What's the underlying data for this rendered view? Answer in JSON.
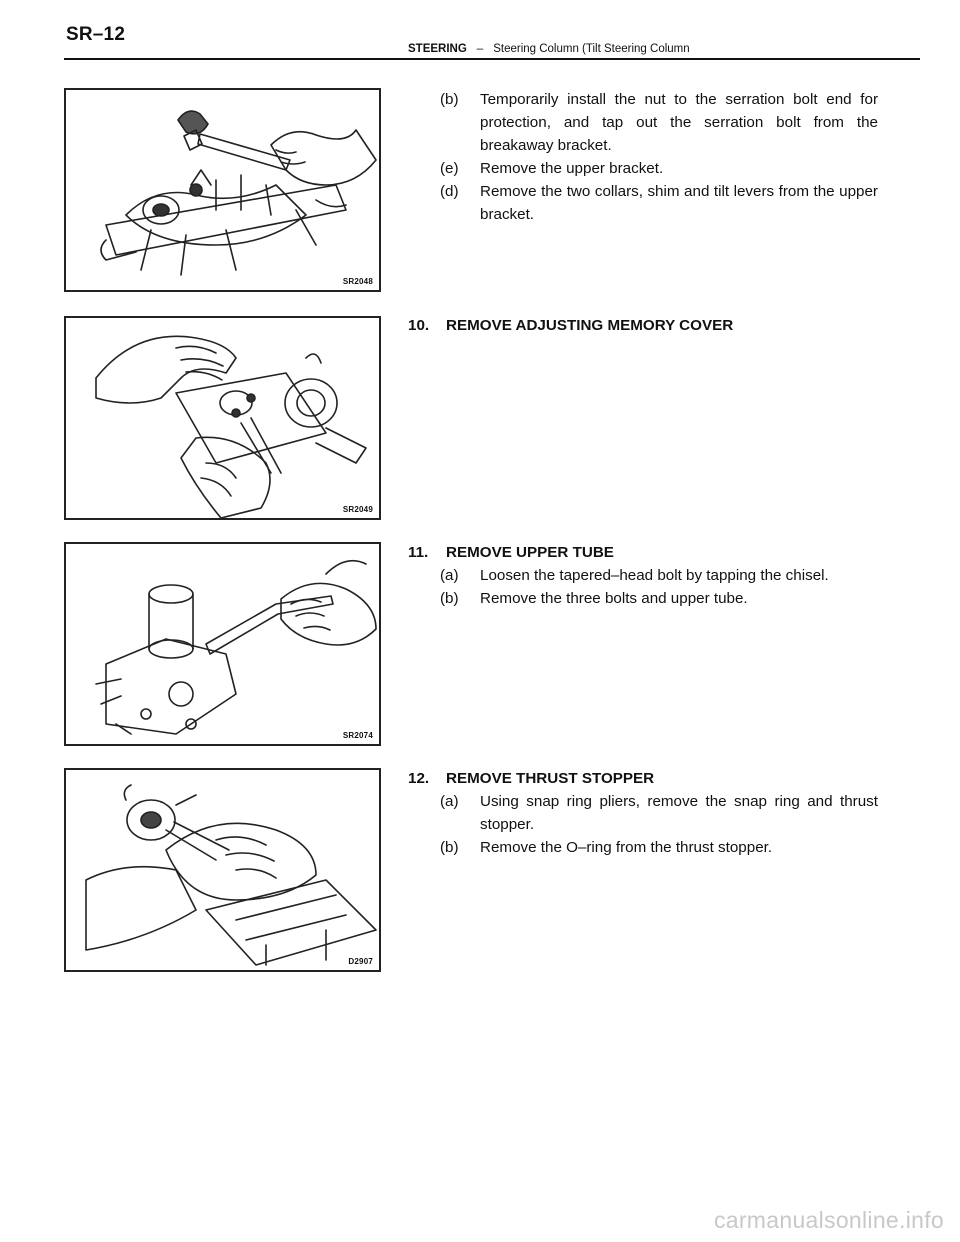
{
  "header": {
    "page_number": "SR–12",
    "section": "STEERING",
    "separator": "–",
    "subtitle": "Steering Column (Tilt Steering Column"
  },
  "figures": [
    {
      "code": "SR2048"
    },
    {
      "code": "SR2049"
    },
    {
      "code": "SR2074"
    },
    {
      "code": "D2907"
    }
  ],
  "block1": {
    "steps": [
      {
        "label": "(b)",
        "text": "Temporarily install the nut to the serration bolt end for protection, and tap out the serration bolt from the breakaway bracket."
      },
      {
        "label": "(e)",
        "text": "Remove the upper bracket."
      },
      {
        "label": "(d)",
        "text": "Remove the two collars, shim and tilt levers from the upper bracket."
      }
    ]
  },
  "block2": {
    "number": "10.",
    "heading": "REMOVE ADJUSTING MEMORY COVER"
  },
  "block3": {
    "number": "11.",
    "heading": "REMOVE UPPER TUBE",
    "steps": [
      {
        "label": "(a)",
        "text": "Loosen the tapered–head bolt by tapping the chisel."
      },
      {
        "label": "(b)",
        "text": "Remove the three bolts and upper tube."
      }
    ]
  },
  "block4": {
    "number": "12.",
    "heading": "REMOVE THRUST STOPPER",
    "steps": [
      {
        "label": "(a)",
        "text": "Using snap ring pliers, remove the snap ring and thrust stopper."
      },
      {
        "label": "(b)",
        "text": "Remove the O–ring from the thrust stopper."
      }
    ]
  },
  "watermark": "carmanualsonline.info"
}
